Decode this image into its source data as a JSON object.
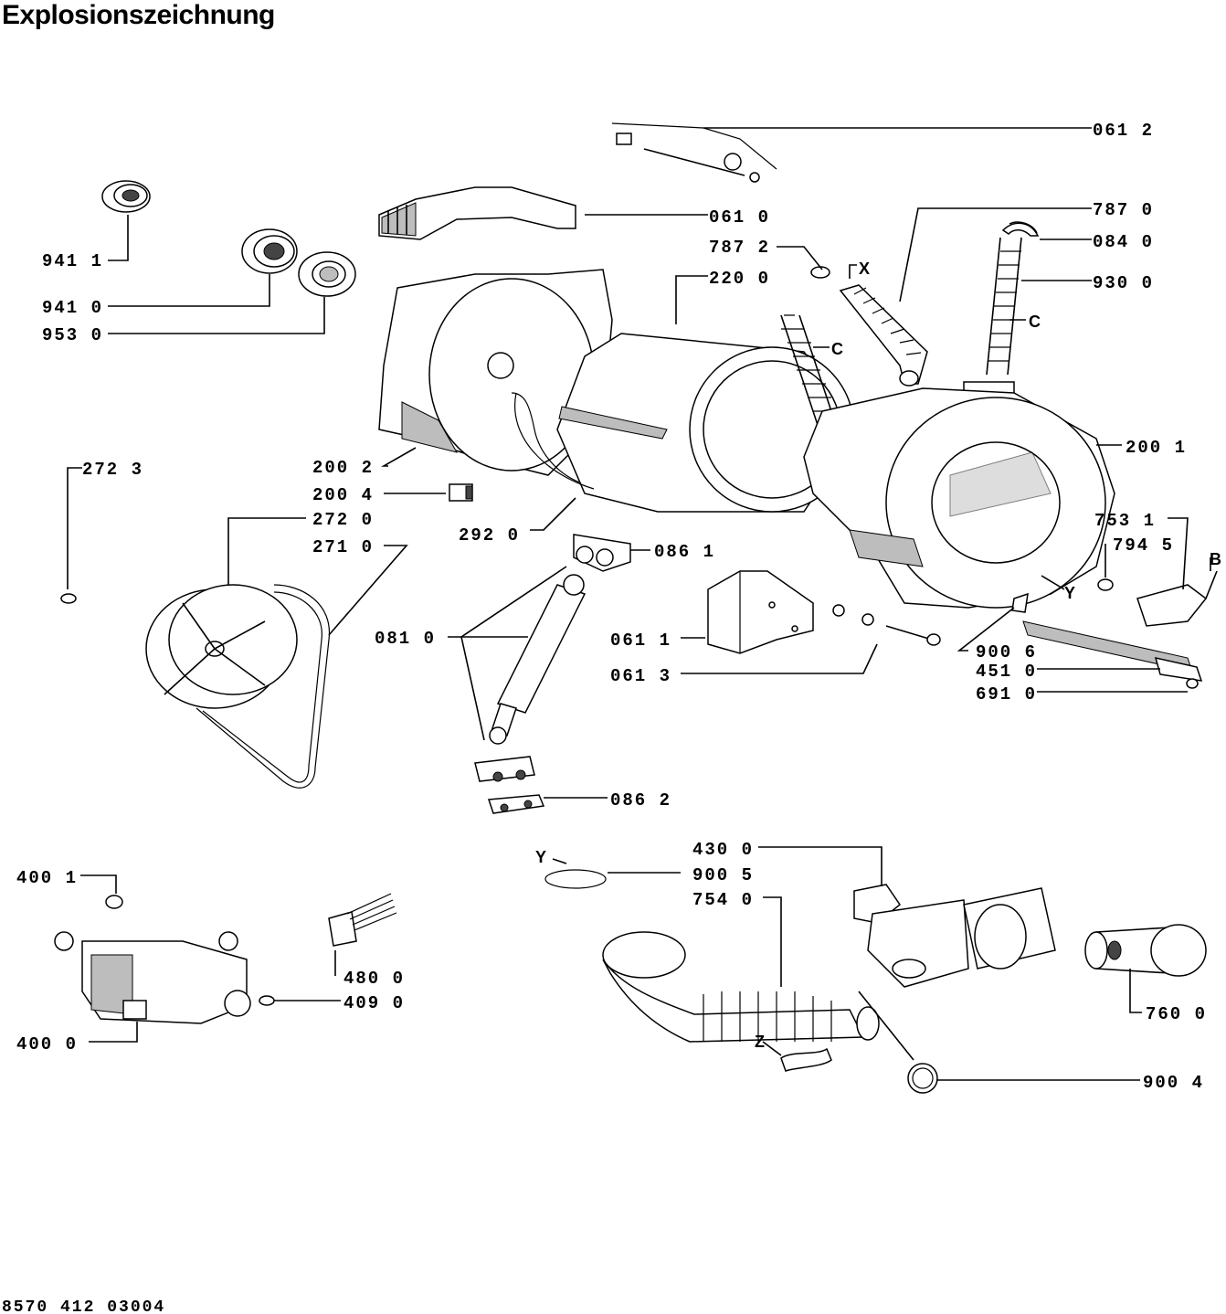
{
  "title": "Explosionszeichnung",
  "footer_code": "8570 412 03004",
  "part_labels": [
    {
      "id": "p-061-2",
      "text": "061 2"
    },
    {
      "id": "p-061-0",
      "text": "061 0"
    },
    {
      "id": "p-787-0",
      "text": "787 0"
    },
    {
      "id": "p-787-2",
      "text": "787 2"
    },
    {
      "id": "p-084-0",
      "text": "084 0"
    },
    {
      "id": "p-220-0",
      "text": "220 0"
    },
    {
      "id": "p-930-0",
      "text": "930 0"
    },
    {
      "id": "p-941-1",
      "text": "941 1"
    },
    {
      "id": "p-941-0",
      "text": "941 0"
    },
    {
      "id": "p-953-0",
      "text": "953 0"
    },
    {
      "id": "p-200-1",
      "text": "200 1"
    },
    {
      "id": "p-272-3",
      "text": "272 3"
    },
    {
      "id": "p-200-2",
      "text": "200 2"
    },
    {
      "id": "p-200-4",
      "text": "200 4"
    },
    {
      "id": "p-272-0",
      "text": "272 0"
    },
    {
      "id": "p-271-0",
      "text": "271 0"
    },
    {
      "id": "p-292-0",
      "text": "292 0"
    },
    {
      "id": "p-086-1",
      "text": "086 1"
    },
    {
      "id": "p-753-1",
      "text": "753 1"
    },
    {
      "id": "p-794-5",
      "text": "794 5"
    },
    {
      "id": "p-081-0",
      "text": "081 0"
    },
    {
      "id": "p-061-1",
      "text": "061 1"
    },
    {
      "id": "p-061-3",
      "text": "061 3"
    },
    {
      "id": "p-900-6",
      "text": "900 6"
    },
    {
      "id": "p-451-0",
      "text": "451 0"
    },
    {
      "id": "p-691-0",
      "text": "691 0"
    },
    {
      "id": "p-086-2",
      "text": "086 2"
    },
    {
      "id": "p-430-0",
      "text": "430 0"
    },
    {
      "id": "p-900-5",
      "text": "900 5"
    },
    {
      "id": "p-754-0",
      "text": "754 0"
    },
    {
      "id": "p-400-1",
      "text": "400 1"
    },
    {
      "id": "p-480-0",
      "text": "480 0"
    },
    {
      "id": "p-409-0",
      "text": "409 0"
    },
    {
      "id": "p-400-0",
      "text": "400 0"
    },
    {
      "id": "p-760-0",
      "text": "760 0"
    },
    {
      "id": "p-900-4",
      "text": "900 4"
    }
  ],
  "connection_letters": [
    {
      "id": "x-top",
      "text": "X"
    },
    {
      "id": "c-left",
      "text": "C"
    },
    {
      "id": "c-right",
      "text": "C"
    },
    {
      "id": "y-tub",
      "text": "Y"
    },
    {
      "id": "b-heater",
      "text": "B"
    },
    {
      "id": "y-clamp",
      "text": "Y"
    },
    {
      "id": "z-hose",
      "text": "Z"
    }
  ]
}
